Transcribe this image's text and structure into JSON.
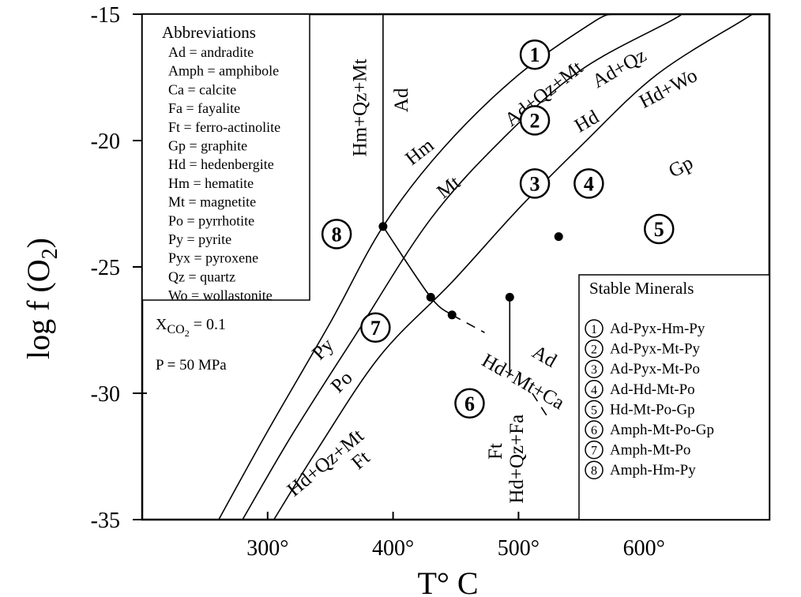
{
  "chart_data": {
    "type": "line",
    "xlabel": "T° C",
    "ylabel_main": "log f (O",
    "ylabel_sub": "2",
    "ylabel_close": ")",
    "xlim": [
      200,
      700
    ],
    "ylim": [
      -35,
      -15
    ],
    "x_ticks": [
      {
        "value": 300,
        "label": "300°"
      },
      {
        "value": 400,
        "label": "400°"
      },
      {
        "value": 500,
        "label": "500°"
      },
      {
        "value": 600,
        "label": "600°"
      }
    ],
    "y_ticks": [
      {
        "value": -15,
        "label": "-15"
      },
      {
        "value": -20,
        "label": "-20"
      },
      {
        "value": -25,
        "label": "-25"
      },
      {
        "value": -30,
        "label": "-30"
      },
      {
        "value": -35,
        "label": "-35"
      }
    ],
    "series": [
      {
        "points": [
          [
            261,
            -35
          ],
          [
            300,
            -31.5
          ],
          [
            350,
            -27.2
          ],
          [
            392,
            -23.4
          ],
          [
            440,
            -20.3
          ],
          [
            500,
            -17.4
          ],
          [
            560,
            -15.3
          ],
          [
            575,
            -15
          ]
        ]
      },
      {
        "points": [
          [
            280,
            -35
          ],
          [
            320,
            -31.6
          ],
          [
            370,
            -27.7
          ],
          [
            430,
            -23.1
          ],
          [
            490,
            -19.8
          ],
          [
            550,
            -17.2
          ],
          [
            620,
            -15.3
          ],
          [
            630,
            -15
          ]
        ]
      },
      {
        "points": [
          [
            305,
            -35
          ],
          [
            340,
            -32.2
          ],
          [
            390,
            -28.5
          ],
          [
            447,
            -25.6
          ],
          [
            500,
            -22.7
          ],
          [
            550,
            -20.2
          ],
          [
            610,
            -17.4
          ],
          [
            680,
            -15.2
          ],
          [
            700,
            -14.6
          ]
        ]
      },
      {
        "points": [
          [
            392,
            -23.4
          ],
          [
            392,
            -15
          ]
        ]
      },
      {
        "points": [
          [
            392,
            -23.4
          ],
          [
            430,
            -26.2
          ],
          [
            447,
            -26.9
          ]
        ]
      },
      {
        "points": [
          [
            493,
            -26.2
          ],
          [
            493,
            -29.3
          ]
        ]
      }
    ],
    "dashed_series": [
      {
        "points": [
          [
            447,
            -26.9
          ],
          [
            473,
            -27.6
          ]
        ]
      },
      {
        "points": [
          [
            511,
            -30.0
          ],
          [
            524,
            -31.0
          ]
        ]
      }
    ],
    "markers": [
      {
        "x": 392,
        "y": -23.4
      },
      {
        "x": 430,
        "y": -26.2
      },
      {
        "x": 447,
        "y": -26.9
      },
      {
        "x": 493,
        "y": -26.2
      },
      {
        "x": 532,
        "y": -23.8
      }
    ],
    "field_labels": [
      {
        "text": "Ad+Qz+Mt",
        "x": 521,
        "y": -18.2,
        "rotate": -38
      },
      {
        "text": "Ad+Qz",
        "x": 581,
        "y": -17.2,
        "rotate": -30
      },
      {
        "text": "Hd",
        "x": 555,
        "y": -19.3,
        "rotate": -30
      },
      {
        "text": "Hd+Wo",
        "x": 620,
        "y": -18.0,
        "rotate": -28
      },
      {
        "text": "Gp",
        "x": 630,
        "y": -21.1,
        "rotate": -28
      },
      {
        "text": "Hm",
        "x": 422,
        "y": -20.5,
        "rotate": -38
      },
      {
        "text": "Mt",
        "x": 445,
        "y": -21.9,
        "rotate": -38
      },
      {
        "text": "Ad",
        "x": 408,
        "y": -18.4,
        "rotate": -90
      },
      {
        "text": "Hm+Qz+Mt",
        "x": 375,
        "y": -18.7,
        "rotate": -90
      },
      {
        "text": "Py",
        "x": 345,
        "y": -28.3,
        "rotate": -45
      },
      {
        "text": "Po",
        "x": 360,
        "y": -29.6,
        "rotate": -45
      },
      {
        "text": "Hd+Qz+Mt",
        "x": 347,
        "y": -32.8,
        "rotate": -40
      },
      {
        "text": "Ft",
        "x": 375,
        "y": -32.7,
        "rotate": -40
      },
      {
        "text": "Ad",
        "x": 520,
        "y": -28.6,
        "rotate": 30
      },
      {
        "text": "Hd+Mt+Ca",
        "x": 503,
        "y": -29.6,
        "rotate": 30
      },
      {
        "text": "Ft",
        "x": 483,
        "y": -32.3,
        "rotate": -90
      },
      {
        "text": "Hd+Qz+Fa",
        "x": 500,
        "y": -32.6,
        "rotate": -90
      }
    ],
    "circled_labels": [
      {
        "text": "1",
        "x": 513,
        "y": -16.6
      },
      {
        "text": "2",
        "x": 513,
        "y": -19.2
      },
      {
        "text": "3",
        "x": 513,
        "y": -21.7
      },
      {
        "text": "4",
        "x": 556,
        "y": -21.7
      },
      {
        "text": "5",
        "x": 612,
        "y": -23.5
      },
      {
        "text": "6",
        "x": 461,
        "y": -30.4
      },
      {
        "text": "7",
        "x": 386,
        "y": -27.4
      },
      {
        "text": "8",
        "x": 355,
        "y": -23.7
      }
    ],
    "abbreviations": {
      "title": "Abbreviations",
      "items": [
        "Ad = andradite",
        "Amph = amphibole",
        "Ca = calcite",
        "Fa = fayalite",
        "Ft = ferro-actinolite",
        "Gp = graphite",
        "Hd = hedenbergite",
        "Hm = hematite",
        "Mt = magnetite",
        "Po = pyrrhotite",
        "Py = pyrite",
        "Pyx = pyroxene",
        "Qz = quartz",
        "Wo = wollastonite"
      ]
    },
    "conditions": {
      "xco2_main": "X",
      "xco2_sub": "CO",
      "xco2_subsub": "2",
      "xco2_value": " = 0.1",
      "pressure": "P = 50 MPa"
    },
    "stable_minerals": {
      "title": "Stable Minerals",
      "items": [
        {
          "num": "1",
          "text": "Ad-Pyx-Hm-Py"
        },
        {
          "num": "2",
          "text": "Ad-Pyx-Mt-Py"
        },
        {
          "num": "3",
          "text": "Ad-Pyx-Mt-Po"
        },
        {
          "num": "4",
          "text": "Ad-Hd-Mt-Po"
        },
        {
          "num": "5",
          "text": "Hd-Mt-Po-Gp"
        },
        {
          "num": "6",
          "text": "Amph-Mt-Po-Gp"
        },
        {
          "num": "7",
          "text": "Amph-Mt-Po"
        },
        {
          "num": "8",
          "text": "Amph-Hm-Py"
        }
      ]
    }
  }
}
